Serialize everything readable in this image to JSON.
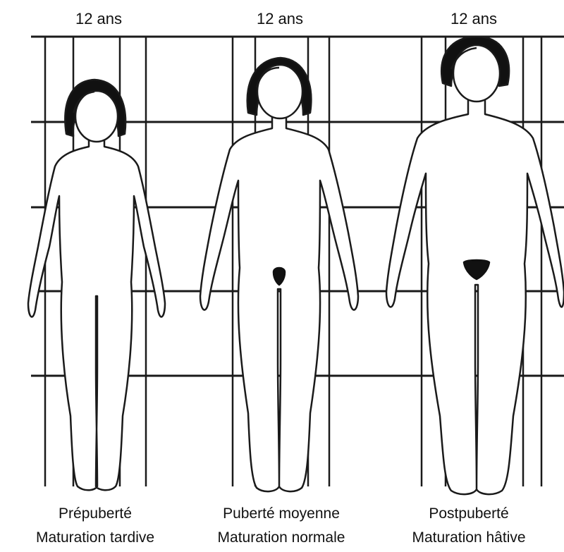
{
  "figures": [
    {
      "age": "12 ans",
      "stage": "Prépuberté",
      "maturation": "Maturation tardive"
    },
    {
      "age": "12 ans",
      "stage": "Puberté moyenne",
      "maturation": "Maturation normale"
    },
    {
      "age": "12 ans",
      "stage": "Postpuberté",
      "maturation": "Maturation hâtive"
    }
  ],
  "colors": {
    "line": "#1a1a1a",
    "hair": "#111111",
    "background": "#ffffff"
  }
}
